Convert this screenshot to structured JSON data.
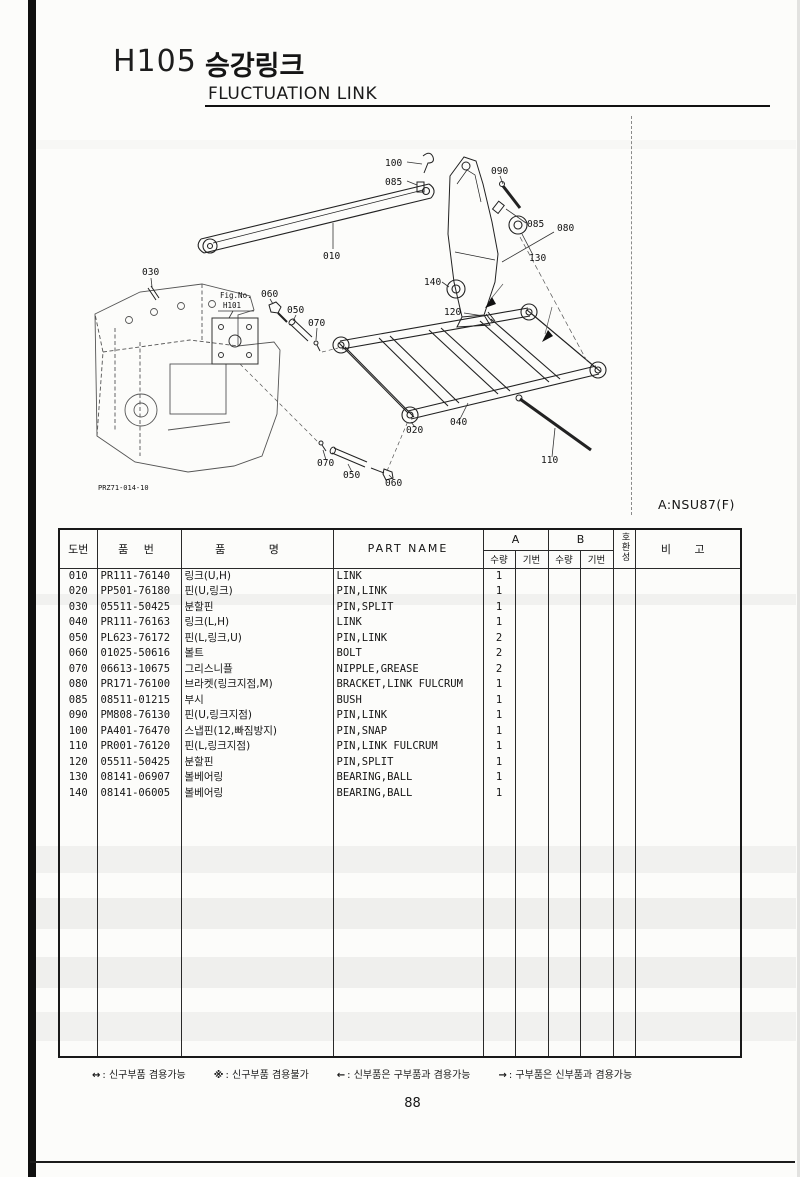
{
  "page": {
    "code": "H105",
    "title_kr": "승강링크",
    "title_en": "FLUCTUATION LINK",
    "variant": "A:NSU87(F)",
    "page_number": "88"
  },
  "diagram": {
    "fig_caption": "Fig.No.",
    "fig_no": "H101",
    "drawing_no": "PRZ71-014-10",
    "callouts": {
      "c010": "010",
      "c020": "020",
      "c030": "030",
      "c040": "040",
      "c050a": "050",
      "c050b": "050",
      "c060a": "060",
      "c060b": "060",
      "c070a": "070",
      "c070b": "070",
      "c080": "080",
      "c085a": "085",
      "c085b": "085",
      "c090": "090",
      "c100": "100",
      "c110": "110",
      "c120": "120",
      "c130": "130",
      "c140": "140"
    }
  },
  "table": {
    "headers": {
      "fig": "도번",
      "part_no": "품 번",
      "name_kr": "품 명",
      "part_name": "PART NAME",
      "group_a": "A",
      "group_b": "B",
      "qty": "수량",
      "serial": "기번",
      "compat": "호환성",
      "remarks": "비 고"
    },
    "rows": [
      {
        "fig": "010",
        "part_no": "PR111-76140",
        "name_kr": "링크(U,H)",
        "part_name": "LINK",
        "qty_a": "1"
      },
      {
        "fig": "020",
        "part_no": "PP501-76180",
        "name_kr": "핀(U,링크)",
        "part_name": "PIN,LINK",
        "qty_a": "1"
      },
      {
        "fig": "030",
        "part_no": "05511-50425",
        "name_kr": "분할핀",
        "part_name": "PIN,SPLIT",
        "qty_a": "1"
      },
      {
        "fig": "040",
        "part_no": "PR111-76163",
        "name_kr": "링크(L,H)",
        "part_name": "LINK",
        "qty_a": "1"
      },
      {
        "fig": "050",
        "part_no": "PL623-76172",
        "name_kr": "핀(L,링크,U)",
        "part_name": "PIN,LINK",
        "qty_a": "2"
      },
      {
        "fig": "060",
        "part_no": "01025-50616",
        "name_kr": "볼트",
        "part_name": "BOLT",
        "qty_a": "2"
      },
      {
        "fig": "070",
        "part_no": "06613-10675",
        "name_kr": "그리스니플",
        "part_name": "NIPPLE,GREASE",
        "qty_a": "2"
      },
      {
        "fig": "080",
        "part_no": "PR171-76100",
        "name_kr": "브라켓(링크지점,M)",
        "part_name": "BRACKET,LINK FULCRUM",
        "qty_a": "1"
      },
      {
        "fig": "085",
        "part_no": "08511-01215",
        "name_kr": "부시",
        "part_name": "BUSH",
        "qty_a": "1"
      },
      {
        "fig": "090",
        "part_no": "PM808-76130",
        "name_kr": "핀(U,링크지점)",
        "part_name": "PIN,LINK",
        "qty_a": "1"
      },
      {
        "fig": "100",
        "part_no": "PA401-76470",
        "name_kr": "스냅핀(12,빠짐방지)",
        "part_name": "PIN,SNAP",
        "qty_a": "1"
      },
      {
        "fig": "110",
        "part_no": "PR001-76120",
        "name_kr": "핀(L,링크지점)",
        "part_name": "PIN,LINK FULCRUM",
        "qty_a": "1"
      },
      {
        "fig": "120",
        "part_no": "05511-50425",
        "name_kr": "분할핀",
        "part_name": "PIN,SPLIT",
        "qty_a": "1"
      },
      {
        "fig": "130",
        "part_no": "08141-06907",
        "name_kr": "볼베어링",
        "part_name": "BEARING,BALL",
        "qty_a": "1"
      },
      {
        "fig": "140",
        "part_no": "08141-06005",
        "name_kr": "볼베어링",
        "part_name": "BEARING,BALL",
        "qty_a": "1"
      }
    ]
  },
  "legend": {
    "items": [
      {
        "sym": "↔",
        "txt": ": 신구부품 겸용가능"
      },
      {
        "sym": "※",
        "txt": ": 신구부품 겸용불가"
      },
      {
        "sym": "←",
        "txt": ": 신부품은 구부품과 겸용가능"
      },
      {
        "sym": "→",
        "txt": ": 구부품은 신부품과 겸용가능"
      }
    ]
  }
}
